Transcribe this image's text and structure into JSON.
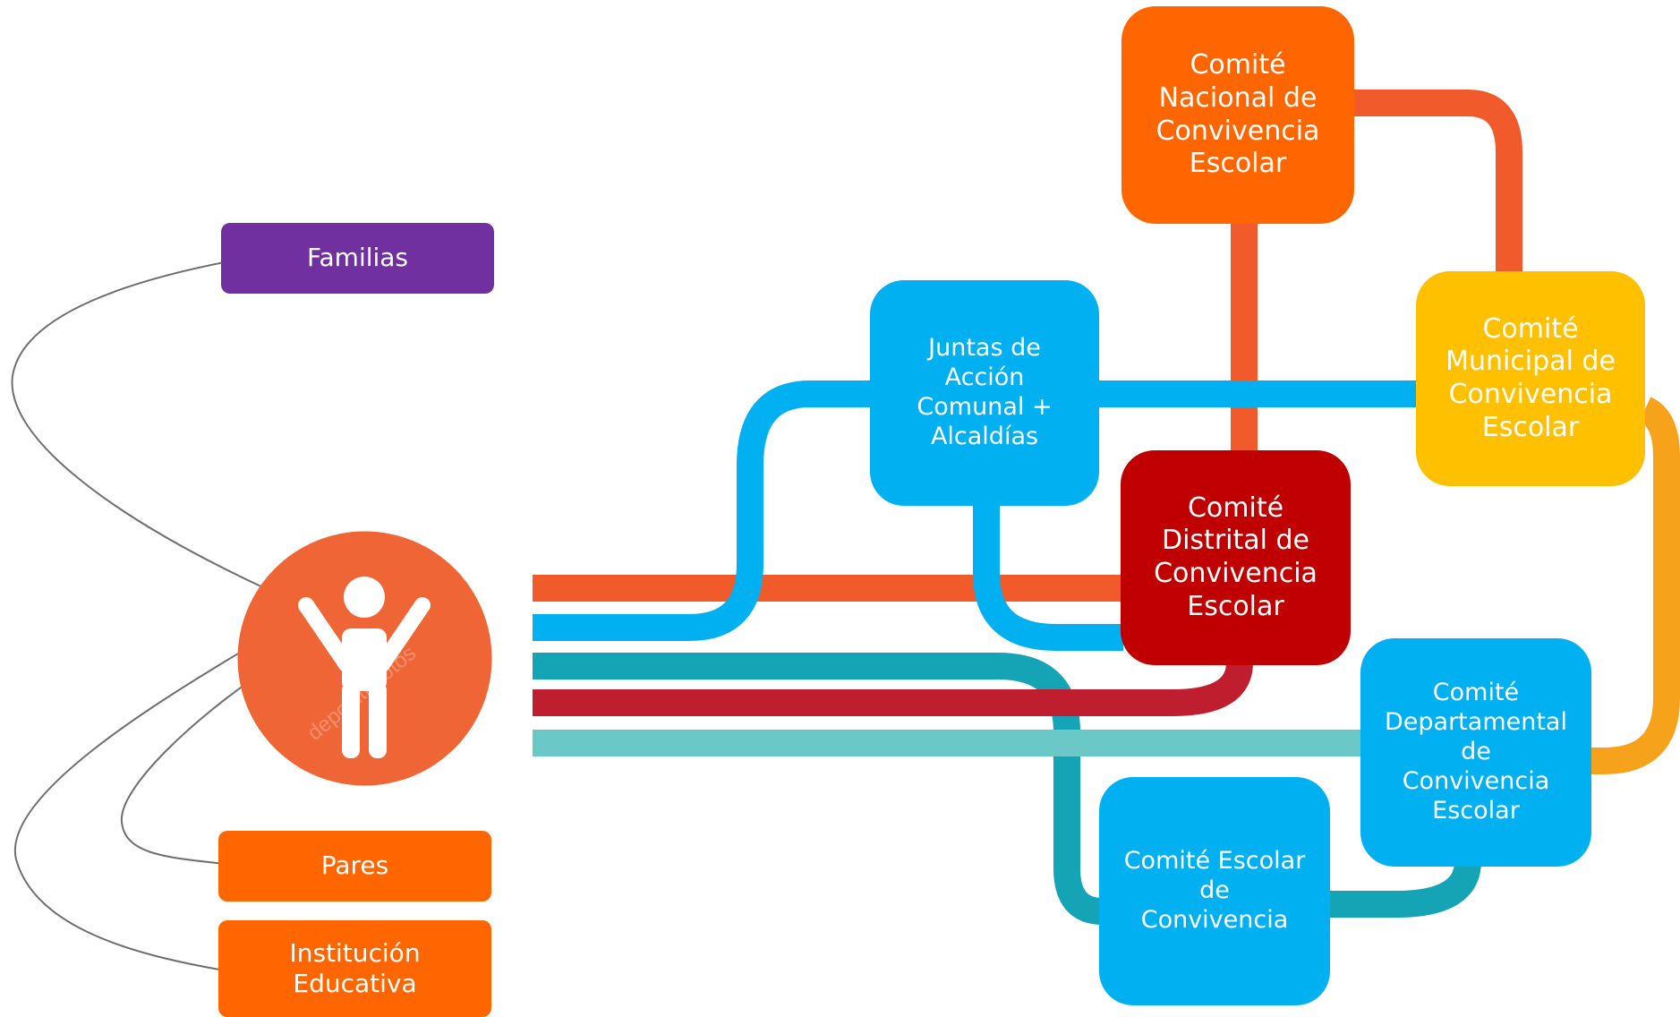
{
  "colors": {
    "orange_box": "#ff6600",
    "purple_box": "#7030a0",
    "blue_box": "#00b0f0",
    "yellow_box": "#ffc000",
    "red_box": "#c00000",
    "avatar": "#f06535",
    "line_orange": "#f15a2b",
    "line_blue": "#00b0f0",
    "line_teal": "#15a4b5",
    "line_red": "#be1e2d",
    "line_lightteal": "#6ac8c6",
    "line_gold": "#f7a21b",
    "connector": "#6e6e6e"
  },
  "left": {
    "familias": "Familias",
    "pares": "Pares",
    "institucion": "Institución\nEducativa"
  },
  "nodes": {
    "nacional": "Comité\nNacional de\nConvivencia\nEscolar",
    "juntas": "Juntas de\nAcción\nComunal +\nAlcaldías",
    "municipal": "Comité\nMunicipal de\nConvivencia\nEscolar",
    "distrital": "Comité\nDistrital de\nConvivencia\nEscolar",
    "departamental": "Comité\nDepartamental\nde\nConvivencia\nEscolar",
    "escolar": "Comité Escolar\nde\nConvivencia"
  },
  "avatar": {
    "icon": "child-arms-raised-icon",
    "watermark": "depositphotos"
  }
}
